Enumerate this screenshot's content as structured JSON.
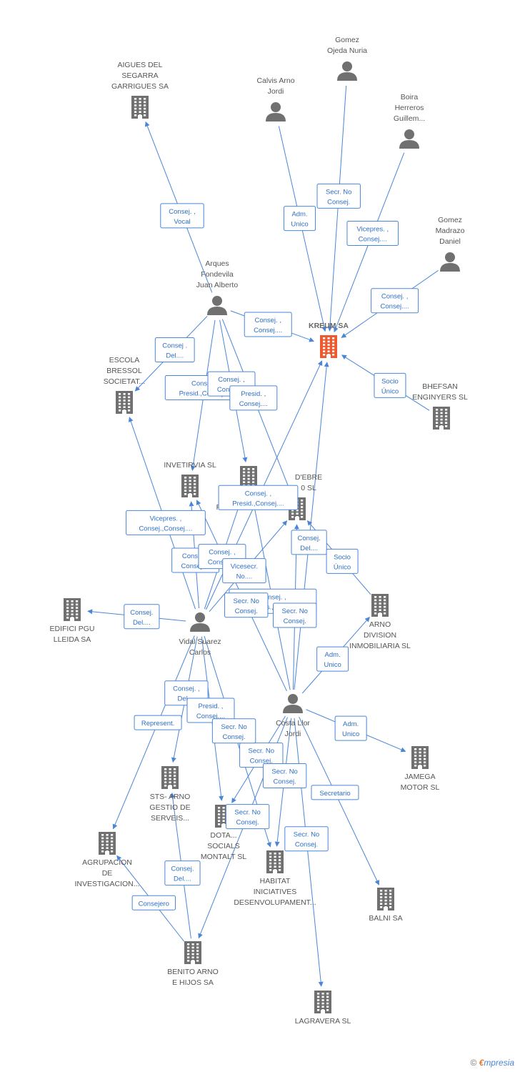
{
  "colors": {
    "edge": "#4a86d8",
    "node": "#707070",
    "focus": "#f0582e"
  },
  "nodes": [
    {
      "id": "kreum",
      "type": "company",
      "focus": true,
      "label": [
        "KREUM SA"
      ]
    },
    {
      "id": "aigues",
      "type": "company",
      "label": [
        "AIGUES DEL",
        "SEGARRA",
        "GARRIGUES SA"
      ]
    },
    {
      "id": "gomez_ojeda",
      "type": "person",
      "label": [
        "Gomez",
        "Ojeda Nuria"
      ]
    },
    {
      "id": "calvis",
      "type": "person",
      "label": [
        "Calvis Arno",
        "Jordi"
      ]
    },
    {
      "id": "boira",
      "type": "person",
      "label": [
        "Boira",
        "Herreros",
        "Guillem..."
      ]
    },
    {
      "id": "gomez_madrazo",
      "type": "person",
      "label": [
        "Gomez",
        "Madrazo",
        "Daniel"
      ]
    },
    {
      "id": "arques",
      "type": "person",
      "label": [
        "Arques",
        "Fondevila",
        "Juan Alberto"
      ]
    },
    {
      "id": "escola",
      "type": "company",
      "label": [
        "ESCOLA",
        "BRESSOL",
        "SOCIETAT..."
      ]
    },
    {
      "id": "bhefsan",
      "type": "company",
      "label": [
        "BHEFSAN",
        "ENGINYERS SL"
      ]
    },
    {
      "id": "cassia",
      "type": "company",
      "label": [
        "CASSIA",
        "RESTAURACIO SL"
      ]
    },
    {
      "id": "invetirvia",
      "type": "company",
      "label": [
        "INVETIRVIA SL"
      ]
    },
    {
      "id": "debre",
      "type": "company",
      "label": [
        "D'EBRE",
        "0 SL"
      ]
    },
    {
      "id": "arno_div",
      "type": "company",
      "label": [
        "ARNO",
        "DIVISION",
        "INMOBILIARIA SL"
      ]
    },
    {
      "id": "edifici",
      "type": "company",
      "label": [
        "EDIFICI PGU",
        "LLEIDA SA"
      ]
    },
    {
      "id": "vidal",
      "type": "person",
      "label": [
        "Vidal Suarez",
        "Carlos"
      ]
    },
    {
      "id": "costa",
      "type": "person",
      "label": [
        "Costa Llor",
        "Jordi"
      ]
    },
    {
      "id": "jamega",
      "type": "company",
      "label": [
        "JAMEGA",
        "MOTOR  SL"
      ]
    },
    {
      "id": "sts",
      "type": "company",
      "label": [
        "STS- ARNO",
        "GESTIO DE",
        "SERVEIS..."
      ]
    },
    {
      "id": "dotacions",
      "type": "company",
      "label": [
        "DOTA...",
        "SOCIALS",
        "MONTALT SL"
      ]
    },
    {
      "id": "agrupacion",
      "type": "company",
      "label": [
        "AGRUPACION",
        "DE",
        "INVESTIGACION..."
      ]
    },
    {
      "id": "habitat",
      "type": "company",
      "label": [
        "HABITAT",
        "INICIATIVES",
        "DESENVOLUPAMENT..."
      ]
    },
    {
      "id": "balni",
      "type": "company",
      "label": [
        "BALNI SA"
      ]
    },
    {
      "id": "benito",
      "type": "company",
      "label": [
        "BENITO ARNO",
        "E HIJOS SA"
      ]
    },
    {
      "id": "lagravera",
      "type": "company",
      "label": [
        "LAGRAVERA SL"
      ]
    }
  ],
  "edges": [
    {
      "from": "arques",
      "to": "aigues",
      "label": [
        "Consej. ,",
        "Vocal"
      ]
    },
    {
      "from": "calvis",
      "to": "kreum",
      "label": [
        "Adm.",
        "Unico"
      ]
    },
    {
      "from": "gomez_ojeda",
      "to": "kreum",
      "label": [
        "Secr.  No",
        "Consej."
      ]
    },
    {
      "from": "boira",
      "to": "kreum",
      "label": [
        "Vicepres. ,",
        "Consej...."
      ]
    },
    {
      "from": "gomez_madrazo",
      "to": "kreum",
      "label": [
        "Consej. ,",
        "Consej...."
      ]
    },
    {
      "from": "arques",
      "to": "kreum",
      "label": [
        "Consej. ,",
        "Consej...."
      ]
    },
    {
      "from": "arques",
      "to": "escola",
      "label": [
        "Consej .",
        "Del...."
      ]
    },
    {
      "from": "bhefsan",
      "to": "kreum",
      "label": [
        "Socio",
        "Único"
      ]
    },
    {
      "from": "arques",
      "to": "invetirvia",
      "label": [
        "Consej. ,",
        "Presid.,Consej...."
      ]
    },
    {
      "from": "arques",
      "to": "cassia",
      "label": [
        "Consej. ,",
        "Consej...."
      ]
    },
    {
      "from": "arques",
      "to": "debre",
      "label": [
        "Presid. ,",
        "Consej...."
      ]
    },
    {
      "from": "vidal",
      "to": "kreum",
      "label": [
        "Consej. ,",
        "Presid.,Consej...."
      ]
    },
    {
      "from": "vidal",
      "to": "escola",
      "label": [
        "Vicepres. ,",
        "Consej.,Consej...."
      ]
    },
    {
      "from": "vidal",
      "to": "invetirvia",
      "label": [
        "Consej. ,",
        "Consej...."
      ]
    },
    {
      "from": "vidal",
      "to": "cassia",
      "label": [
        "Consej. ,",
        "Consej...."
      ]
    },
    {
      "from": "vidal",
      "to": "debre",
      "label": [
        "Vicesecr.",
        "No...."
      ]
    },
    {
      "from": "costa",
      "to": "cassia",
      "label": [
        "Consej. ,",
        "Vicepres.,Consej...."
      ]
    },
    {
      "from": "costa",
      "to": "invetirvia",
      "label": [
        "Secr.  No",
        "Consej."
      ]
    },
    {
      "from": "costa",
      "to": "debre",
      "label": [
        "Secr.  No",
        "Consej."
      ]
    },
    {
      "from": "costa",
      "to": "kreum",
      "label": [
        "Consej.",
        "Del...."
      ]
    },
    {
      "from": "arno_div",
      "to": "debre",
      "label": [
        "Socio",
        "Único"
      ]
    },
    {
      "from": "vidal",
      "to": "edifici",
      "label": [
        "Consej.",
        "Del...."
      ]
    },
    {
      "from": "costa",
      "to": "arno_div",
      "label": [
        "Adm.",
        "Unico"
      ]
    },
    {
      "from": "costa",
      "to": "jamega",
      "label": [
        "Adm.",
        "Unico"
      ]
    },
    {
      "from": "vidal",
      "to": "agrupacion",
      "label": [
        "Represent."
      ]
    },
    {
      "from": "vidal",
      "to": "sts",
      "label": [
        "Consej. ,",
        "Del...."
      ]
    },
    {
      "from": "vidal",
      "to": "dotacions",
      "label": [
        "Presid. ,",
        "Consej...."
      ]
    },
    {
      "from": "costa",
      "to": "dotacions",
      "label": [
        "Secr.  No",
        "Consej."
      ]
    },
    {
      "from": "costa",
      "to": "habitat",
      "label": [
        "Secr.  No",
        "Consej."
      ]
    },
    {
      "from": "vidal",
      "to": "habitat",
      "label": [
        "Secr.  No",
        "Consej."
      ]
    },
    {
      "from": "costa",
      "to": "balni",
      "label": [
        "Secretario"
      ]
    },
    {
      "from": "costa",
      "to": "benito",
      "label": [
        "Secr.  No",
        "Consej."
      ]
    },
    {
      "from": "benito",
      "to": "sts",
      "label": [
        "Consej.",
        "Del...."
      ]
    },
    {
      "from": "benito",
      "to": "agrupacion",
      "label": [
        "Consejero"
      ]
    },
    {
      "from": "costa",
      "to": "lagravera",
      "label": [
        "Secr.  No",
        "Consej."
      ]
    }
  ],
  "branding": {
    "copyright": "©",
    "brand_initial": "€",
    "brand_rest": "mpresia"
  }
}
